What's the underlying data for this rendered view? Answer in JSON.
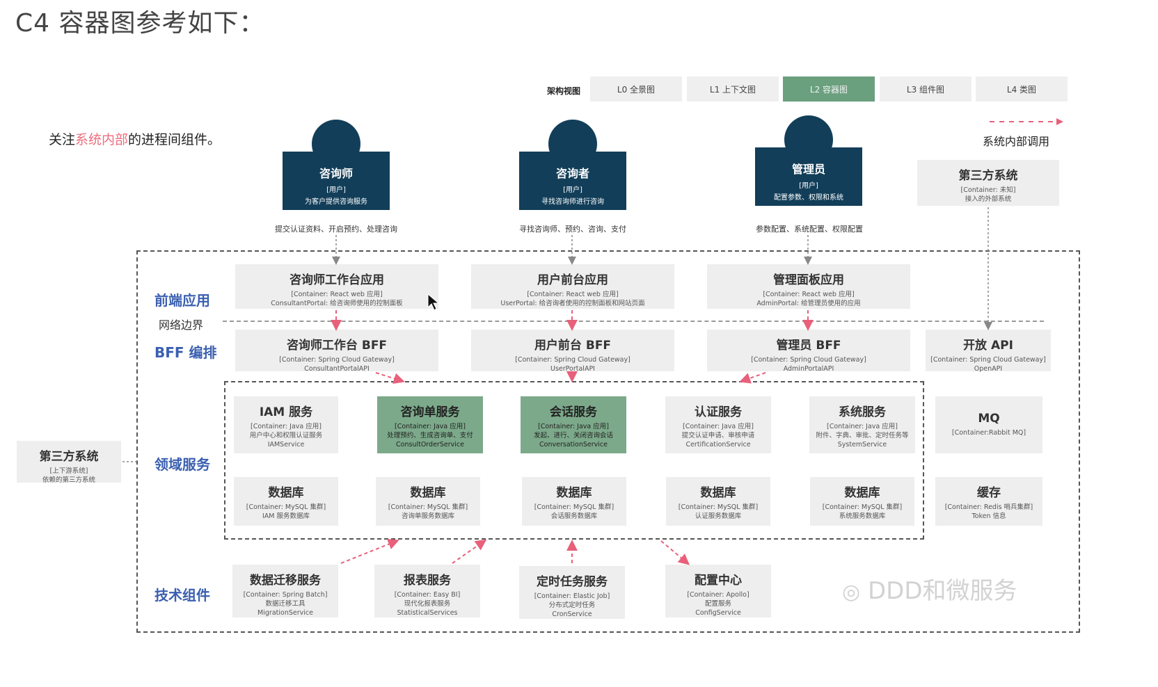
{
  "title": "C4 容器图参考如下：",
  "focus": {
    "prefix": "关注",
    "highlight": "系统内部",
    "suffix": "的进程间组件。"
  },
  "nav": {
    "label": "架构视图",
    "tabs": [
      {
        "label": "L0 全景图",
        "active": false
      },
      {
        "label": "L1 上下文图",
        "active": false
      },
      {
        "label": "L2 容器图",
        "active": true
      },
      {
        "label": "L3 组件图",
        "active": false
      },
      {
        "label": "L4 类图",
        "active": false
      }
    ]
  },
  "legend": {
    "label": "系统内部调用"
  },
  "actors": [
    {
      "name": "咨询师",
      "tag": "[用户]",
      "desc": "为客户提供咨询服务",
      "caption": "提交认证资料、开启预约、处理咨询"
    },
    {
      "name": "咨询者",
      "tag": "[用户]",
      "desc": "寻找咨询师进行咨询",
      "caption": "寻找咨询师、预约、咨询、支付"
    },
    {
      "name": "管理员",
      "tag": "[用户]",
      "desc": "配置参数、权限和系统",
      "caption": "参数配置、系统配置、权限配置"
    }
  ],
  "external_top": {
    "name": "第三方系统",
    "line1": "[Container: 未知]",
    "line2": "接入的外部系统"
  },
  "external_left": {
    "name": "第三方系统",
    "line1": "[上下游系统]",
    "line2": "依赖的第三方系统"
  },
  "layers": {
    "frontend": "前端应用",
    "network": "网络边界",
    "bff": "BFF 编排",
    "domain": "领域服务",
    "tech": "技术组件"
  },
  "frontend": [
    {
      "name": "咨询师工作台应用",
      "line1": "[Container: React web 应用]",
      "line2": "ConsultantPortal: 给咨询师使用的控制面板"
    },
    {
      "name": "用户前台应用",
      "line1": "[Container: React web 应用]",
      "line2": "UserPortal: 给咨询者使用的控制面板和网站页面"
    },
    {
      "name": "管理面板应用",
      "line1": "[Container: React web 应用]",
      "line2": "AdminPortal: 给管理员使用的应用"
    }
  ],
  "bff": [
    {
      "name": "咨询师工作台 BFF",
      "line1": "[Container: Spring Cloud Gateway]",
      "line2": "ConsultantPortalAPI"
    },
    {
      "name": "用户前台 BFF",
      "line1": "[Container: Spring Cloud Gateway]",
      "line2": "UserPortalAPI"
    },
    {
      "name": "管理员 BFF",
      "line1": "[Container: Spring Cloud Gateway]",
      "line2": "AdminPortalAPI"
    },
    {
      "name": "开放 API",
      "line1": "[Container: Spring Cloud Gateway]",
      "line2": "OpenAPI"
    }
  ],
  "services": [
    {
      "name": "IAM 服务",
      "line1": "[Container: Java 应用]",
      "line2": "用户中心和权限认证服务",
      "line3": "IAMService",
      "highlight": false
    },
    {
      "name": "咨询单服务",
      "line1": "[Container: Java 应用]",
      "line2": "处理预约、生成咨询单、支付",
      "line3": "ConsultOrderService",
      "highlight": true
    },
    {
      "name": "会话服务",
      "line1": "[Container: Java 应用]",
      "line2": "发起、进行、关闭咨询会话",
      "line3": "ConversationService",
      "highlight": true
    },
    {
      "name": "认证服务",
      "line1": "[Container: Java 应用]",
      "line2": "提交认证申请、审核申请",
      "line3": "CertificationService",
      "highlight": false
    },
    {
      "name": "系统服务",
      "line1": "[Container: Java 应用]",
      "line2": "附件、字典、审批、定时任务等",
      "line3": "SystemService",
      "highlight": false
    }
  ],
  "databases": [
    {
      "name": "数据库",
      "line1": "[Container: MySQL 集群]",
      "line2": "IAM 服务数据库"
    },
    {
      "name": "数据库",
      "line1": "[Container: MySQL 集群]",
      "line2": "咨询单服务数据库"
    },
    {
      "name": "数据库",
      "line1": "[Container: MySQL 集群]",
      "line2": "会话服务数据库"
    },
    {
      "name": "数据库",
      "line1": "[Container: MySQL 集群]",
      "line2": "认证服务数据库"
    },
    {
      "name": "数据库",
      "line1": "[Container: MySQL 集群]",
      "line2": "系统服务数据库"
    }
  ],
  "mq": {
    "name": "MQ",
    "line1": "[Container:Rabbit MQ]"
  },
  "cache": {
    "name": "缓存",
    "line1": "[Container: Redis 哨兵集群]",
    "line2": "Token 信息"
  },
  "tech": [
    {
      "name": "数据迁移服务",
      "line1": "[Container: Spring Batch]",
      "line2": "数据迁移工具",
      "line3": "MigrationService"
    },
    {
      "name": "报表服务",
      "line1": "[Container: Easy BI]",
      "line2": "现代化报表服务",
      "line3": "StatisticalServices"
    },
    {
      "name": "定时任务服务",
      "line1": "[Container: Elastic Job]",
      "line2": "分布式定时任务",
      "line3": "CronService"
    },
    {
      "name": "配置中心",
      "line1": "[Container: Apollo]",
      "line2": "配置服务",
      "line3": "ConfigService"
    }
  ],
  "watermark": "DDD和微服务",
  "colors": {
    "actor": "#123e59",
    "highlight": "#7ca98a",
    "layer_text": "#3a5fb0",
    "arrow": "#e8607a",
    "nav_active": "#6aa07e"
  }
}
